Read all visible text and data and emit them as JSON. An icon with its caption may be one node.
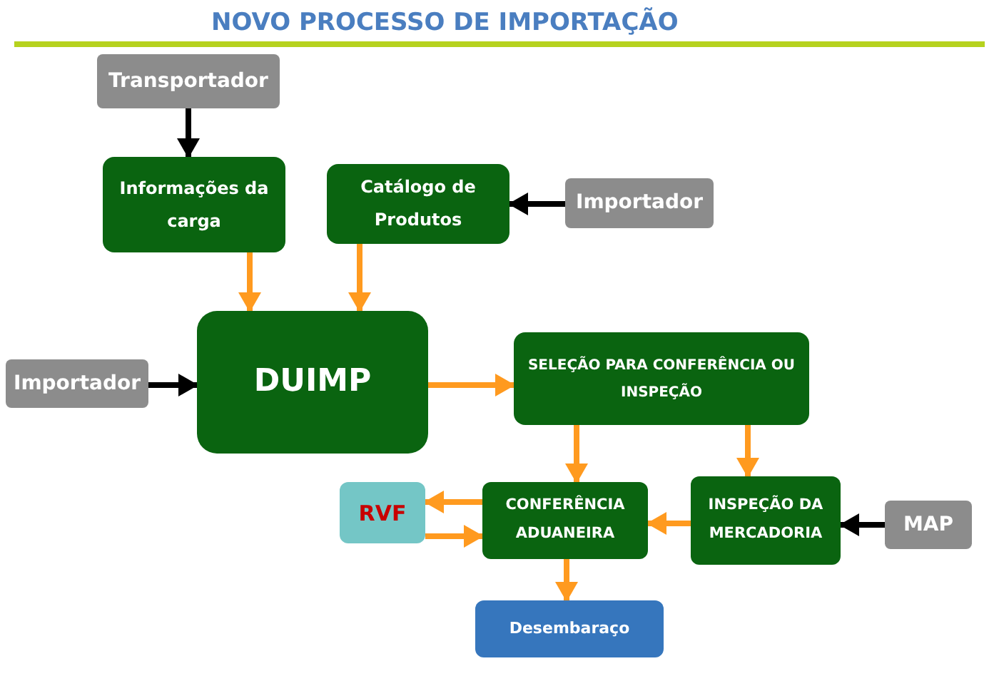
{
  "diagram": {
    "title": "NOVO PROCESSO DE IMPORTAÇÃO",
    "nodes": [
      {
        "text": [
          "Transportador"
        ]
      },
      {
        "text": [
          "Informações da carga"
        ]
      },
      {
        "text": [
          "Catálogo de Produtos"
        ]
      },
      {
        "text": [
          "Importador"
        ]
      },
      {
        "text": [
          "Importador"
        ]
      },
      {
        "text": [
          "DUIMP"
        ]
      },
      {
        "text": [
          "SELEÇÃO PARA CONFERÊNCIA OU INSPEÇÃO"
        ]
      },
      {
        "text": [
          "RVF"
        ]
      },
      {
        "text": [
          "CONFERÊNCIA ADUANEIRA"
        ]
      },
      {
        "text": [
          "INSPEÇÃO DA MERCADORIA"
        ]
      },
      {
        "text": [
          "MAP"
        ]
      },
      {
        "text": [
          "Desembaraço"
        ]
      }
    ],
    "edges": [
      {
        "from": 0,
        "to": 1,
        "arrow": "to",
        "color": "#000000"
      },
      {
        "from": 3,
        "to": 2,
        "arrow": "to",
        "color": "#000000"
      },
      {
        "from": 1,
        "to": 5,
        "arrow": "to"
      },
      {
        "from": 2,
        "to": 5,
        "arrow": "to"
      },
      {
        "from": 4,
        "to": 5,
        "arrow": "to",
        "color": "#000000"
      },
      {
        "from": 5,
        "to": 6,
        "arrow": "to"
      },
      {
        "from": 6,
        "to": 8,
        "arrow": "to"
      },
      {
        "from": 6,
        "to": 9,
        "arrow": "to"
      },
      {
        "from": 8,
        "to": 7,
        "arrow": "to"
      },
      {
        "from": 7,
        "to": 8,
        "arrow": "to"
      },
      {
        "from": 9,
        "to": 8,
        "arrow": "to"
      },
      {
        "from": 10,
        "to": 9,
        "arrow": "to",
        "color": "#000000"
      },
      {
        "from": 8,
        "to": 11,
        "arrow": "to"
      }
    ]
  }
}
